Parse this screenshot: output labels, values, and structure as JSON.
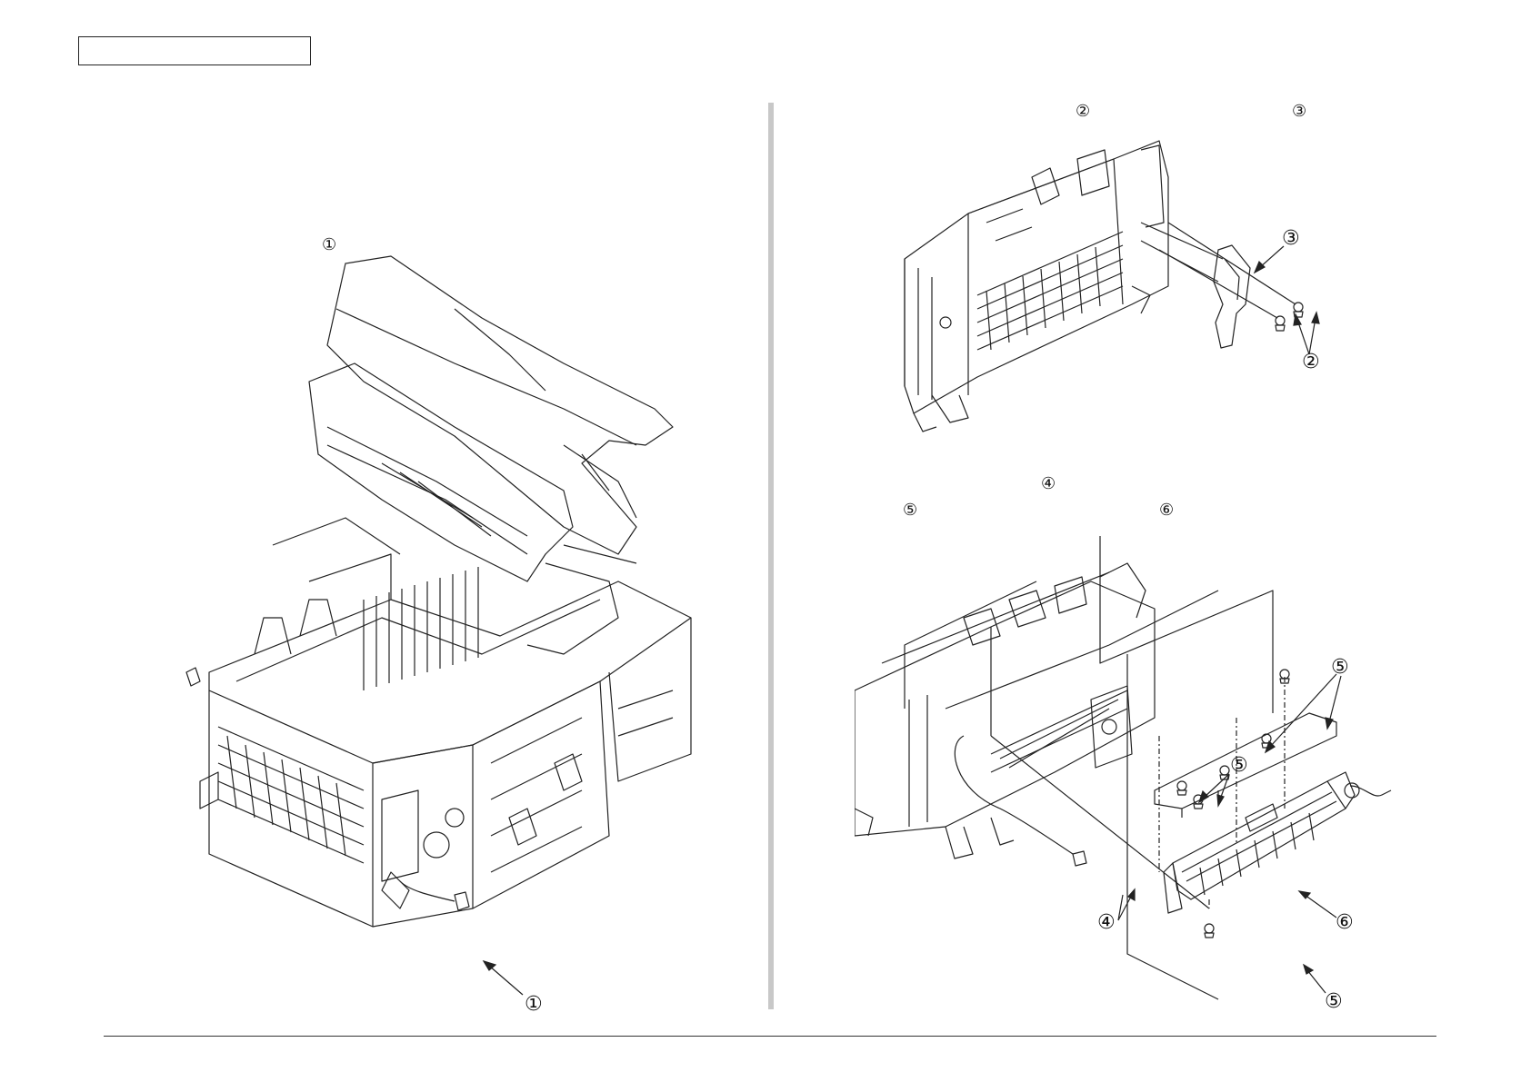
{
  "page": {
    "header_text": "",
    "left": {
      "step_markers": [
        "①"
      ],
      "callouts": [
        "①"
      ]
    },
    "right_top": {
      "step_markers": [
        "②",
        "③"
      ],
      "callouts": [
        "③",
        "②"
      ]
    },
    "right_bottom": {
      "step_markers": [
        "④",
        "⑤",
        "⑥"
      ],
      "callouts": [
        "⑤",
        "⑤",
        "④",
        "⑥",
        "⑤"
      ]
    }
  },
  "figures": {
    "left": "printer-open-unit-figure",
    "right_top": "fuser-frame-bracket-figure",
    "right_bottom": "fuser-unit-removal-figure"
  }
}
